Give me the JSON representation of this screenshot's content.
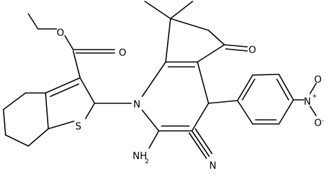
{
  "molecule": {
    "atoms": {
      "ester_carbonyl_o": "O",
      "ester_ether_o": "O",
      "thiophene_s": "S",
      "ring_n": "N",
      "ketone_o": "O",
      "amino": "NH",
      "amino_h_count": "2",
      "nitrile_n": "N",
      "nitro_n": "N",
      "nitro_n_charge": "+",
      "nitro_o_top": "O",
      "nitro_o_bottom": "O",
      "nitro_o_charge": "-"
    },
    "colors": {
      "bond": "#000000",
      "text": "#000000",
      "background": "#ffffff"
    }
  }
}
